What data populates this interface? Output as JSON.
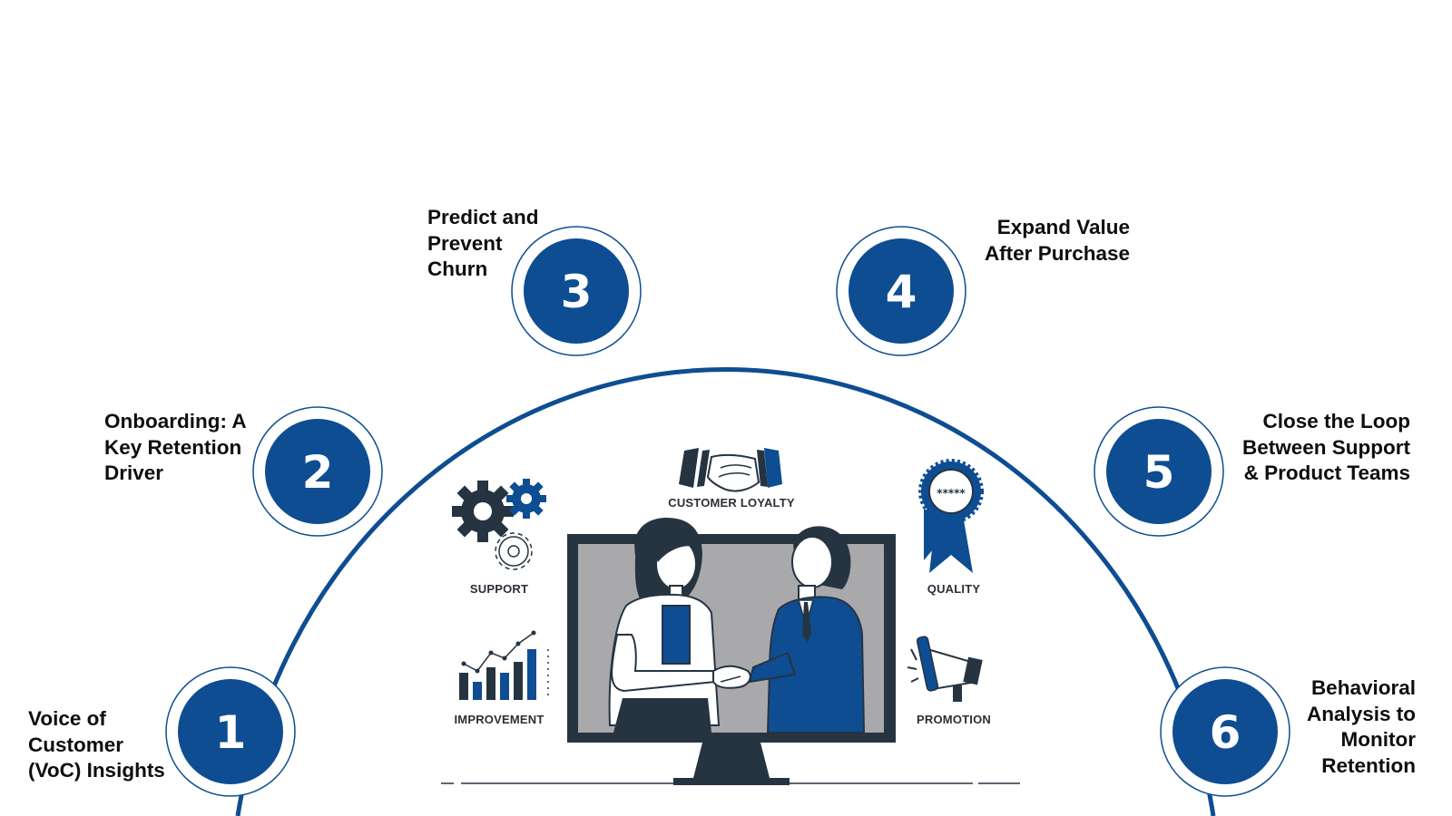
{
  "colors": {
    "accent": "#0e4d92",
    "dark": "#263442",
    "screen_gray": "#a9a9ab",
    "text": "#0e0e0e"
  },
  "steps": [
    {
      "num": "1",
      "lines": [
        "Voice of",
        "Customer",
        "(VoC) Insights"
      ]
    },
    {
      "num": "2",
      "lines": [
        "Onboarding: A",
        "Key Retention",
        "Driver"
      ]
    },
    {
      "num": "3",
      "lines": [
        "Predict and",
        "Prevent",
        "Churn"
      ]
    },
    {
      "num": "4",
      "lines": [
        "Expand Value",
        "After Purchase"
      ]
    },
    {
      "num": "5",
      "lines": [
        "Close the Loop",
        "Between Support",
        "& Product Teams"
      ]
    },
    {
      "num": "6",
      "lines": [
        "Behavioral",
        "Analysis to",
        "Monitor",
        "Retention"
      ]
    }
  ],
  "illustration": {
    "customer_loyalty": "CUSTOMER LOYALTY",
    "support": "SUPPORT",
    "quality": "QUALITY",
    "improvement": "IMPROVEMENT",
    "promotion": "PROMOTION",
    "stars": "*****"
  }
}
